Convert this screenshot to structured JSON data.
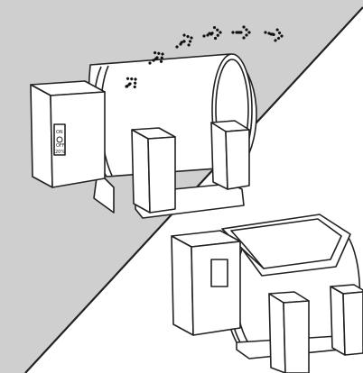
{
  "diagram": {
    "panels": [
      {
        "id": "before",
        "control_labels": [
          "ON",
          "OFF",
          "20%"
        ]
      },
      {
        "id": "after",
        "control_labels": []
      }
    ],
    "colors": {
      "background_gray": "#cfcfcf",
      "background_white": "#ffffff",
      "line": "#222222",
      "fill": "#ffffff",
      "dots": "#111111"
    }
  }
}
